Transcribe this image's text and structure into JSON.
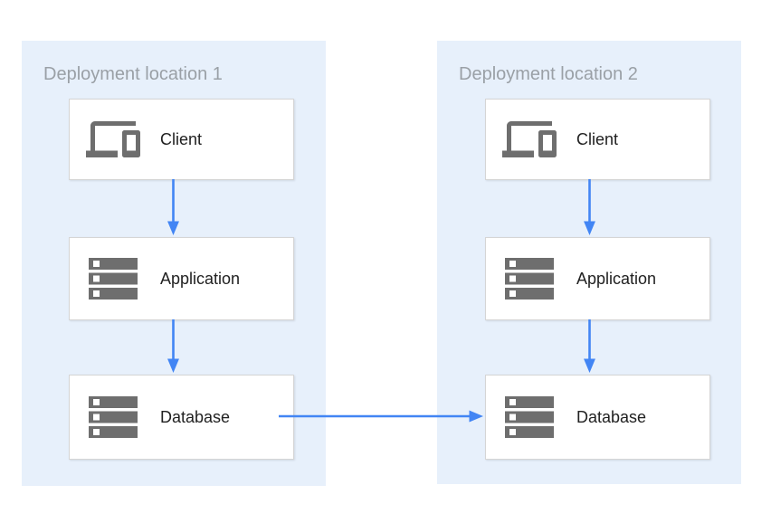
{
  "diagram": {
    "panels": [
      {
        "title": "Deployment location 1",
        "nodes": [
          {
            "id": "client-1",
            "label": "Client",
            "icon": "devices-icon"
          },
          {
            "id": "application-1",
            "label": "Application",
            "icon": "server-stack-icon"
          },
          {
            "id": "database-1",
            "label": "Database",
            "icon": "server-stack-icon"
          }
        ]
      },
      {
        "title": "Deployment location 2",
        "nodes": [
          {
            "id": "client-2",
            "label": "Client",
            "icon": "devices-icon"
          },
          {
            "id": "application-2",
            "label": "Application",
            "icon": "server-stack-icon"
          },
          {
            "id": "database-2",
            "label": "Database",
            "icon": "server-stack-icon"
          }
        ]
      }
    ],
    "connections": [
      {
        "from": "client-1",
        "to": "application-1",
        "direction": "down"
      },
      {
        "from": "application-1",
        "to": "database-1",
        "direction": "down"
      },
      {
        "from": "client-2",
        "to": "application-2",
        "direction": "down"
      },
      {
        "from": "application-2",
        "to": "database-2",
        "direction": "down"
      },
      {
        "from": "database-1",
        "to": "database-2",
        "direction": "right"
      }
    ],
    "colors": {
      "panel_background": "#E7F0FB",
      "node_background": "#FFFFFF",
      "node_border": "#D5D5D5",
      "arrow": "#4285F4",
      "icon": "#6E6E6E",
      "panel_title_text": "#9AA0A6",
      "node_label_text": "#212121"
    }
  }
}
